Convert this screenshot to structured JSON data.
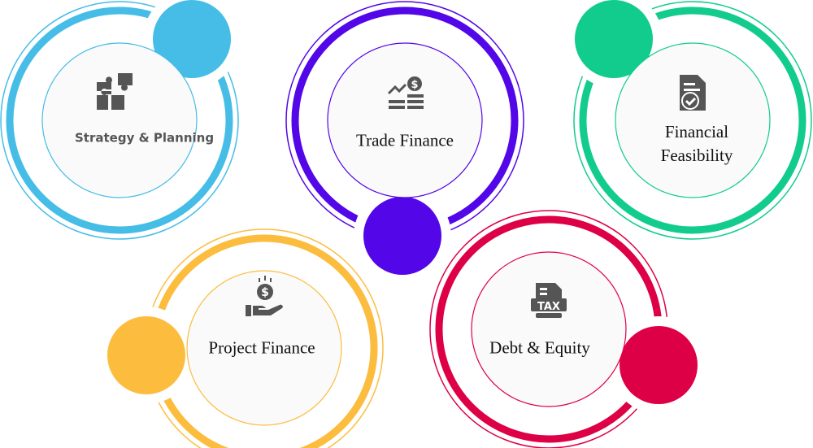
{
  "items": [
    {
      "label": "Strategy & Planning",
      "icon": "puzzle-icon",
      "color": "#45bde6"
    },
    {
      "label": "Trade Finance",
      "icon": "coins-growth-icon",
      "color": "#5306e8"
    },
    {
      "label": "Financial Feasibility",
      "icon": "approved-document-icon",
      "color": "#12cc8e"
    },
    {
      "label": "Project Finance",
      "icon": "hand-money-icon",
      "color": "#fcbd3e"
    },
    {
      "label": "Debt & Equity",
      "icon": "tax-document-icon",
      "color": "#de0046",
      "icon_text": "TAX"
    }
  ]
}
